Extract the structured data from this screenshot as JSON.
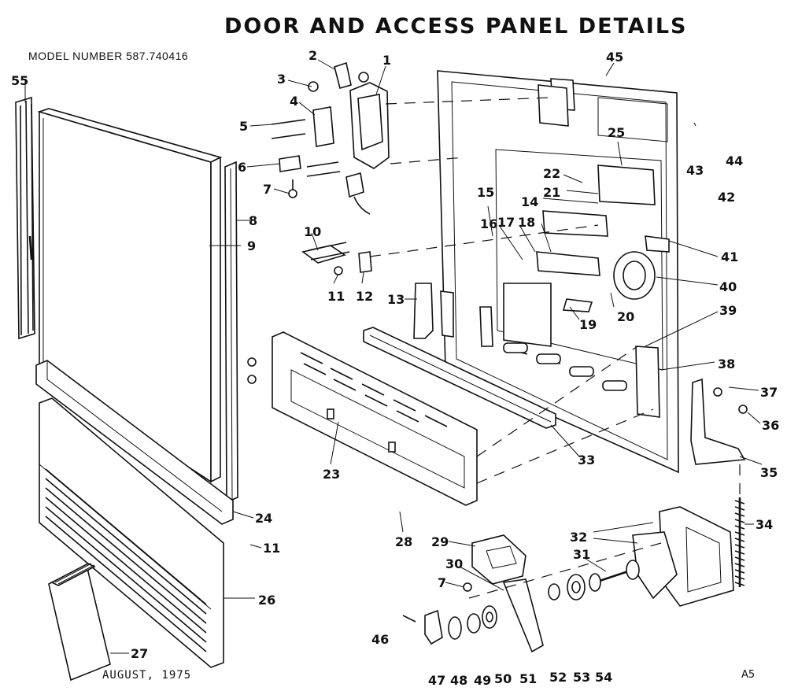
{
  "title": "DOOR AND ACCESS PANEL DETAILS",
  "model_number": "MODEL NUMBER 587.740416",
  "date": "AUGUST, 1975",
  "corner_code": "A5",
  "callouts": [
    "55",
    "2",
    "1",
    "45",
    "3",
    "4",
    "5",
    "6",
    "7",
    "8",
    "9",
    "25",
    "43",
    "44",
    "22",
    "21",
    "42",
    "14",
    "15",
    "16",
    "17",
    "18",
    "10",
    "41",
    "40",
    "11",
    "12",
    "13",
    "19",
    "20",
    "39",
    "38",
    "37",
    "36",
    "35",
    "23",
    "33",
    "24",
    "11",
    "28",
    "29",
    "32",
    "34",
    "31",
    "30",
    "7",
    "26",
    "27",
    "46",
    "47",
    "48",
    "49",
    "50",
    "51",
    "52",
    "53",
    "54"
  ],
  "colors": {
    "ink": "#111111",
    "paper": "#ffffff"
  }
}
